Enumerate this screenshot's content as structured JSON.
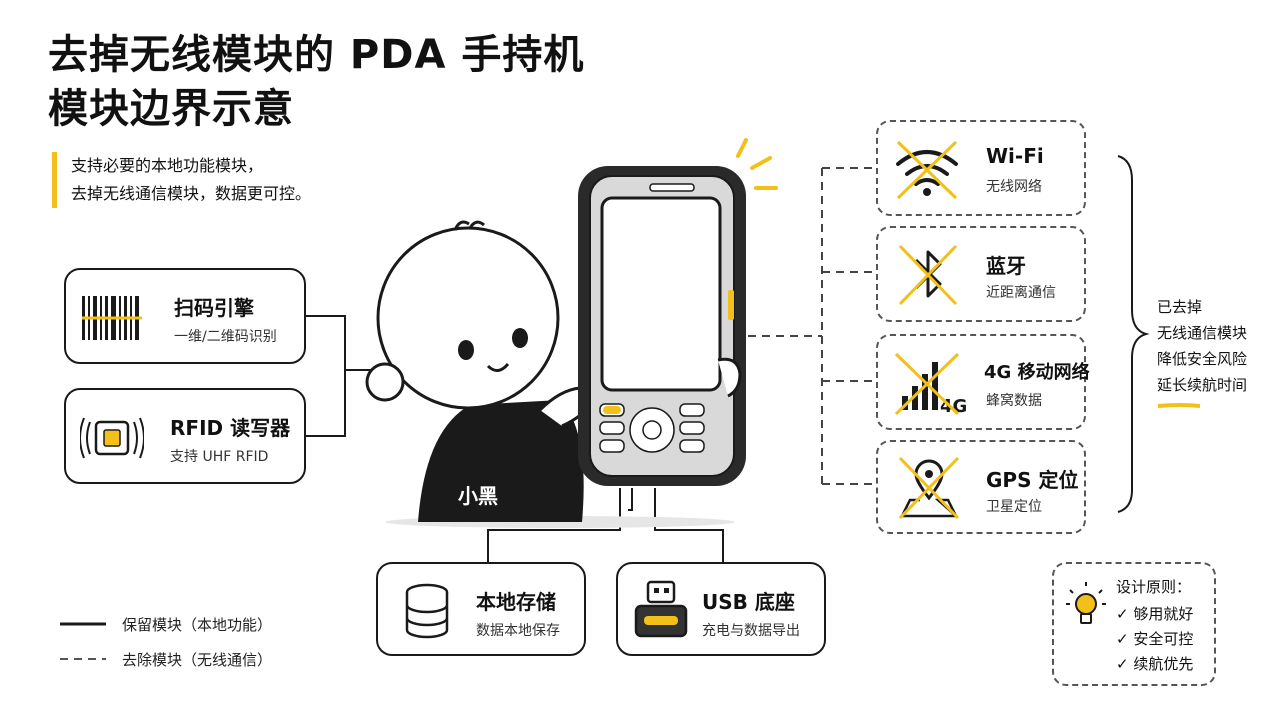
{
  "title": {
    "line1": "去掉无线模块的 PDA 手持机",
    "line2": "模块边界示意"
  },
  "subtitle": {
    "line1": "支持必要的本地功能模块，",
    "line2": "去掉无线通信模块，数据更可控。"
  },
  "left_modules": [
    {
      "name": "扫码引擎",
      "desc": "一维/二维码识别",
      "icon": "barcode-icon"
    },
    {
      "name": "RFID 读写器",
      "desc": "支持 UHF RFID",
      "icon": "rfid-chip-icon"
    }
  ],
  "bottom_modules": [
    {
      "name": "本地存储",
      "desc": "数据本地保存",
      "icon": "database-icon"
    },
    {
      "name": "USB 底座",
      "desc": "充电与数据导出",
      "icon": "usb-dock-icon"
    }
  ],
  "removed_modules": [
    {
      "name": "Wi-Fi",
      "desc": "无线网络",
      "icon": "wifi-crossed-icon"
    },
    {
      "name": "蓝牙",
      "desc": "近距离通信",
      "icon": "bluetooth-crossed-icon"
    },
    {
      "name": "4G 移动网络",
      "desc": "蜂窝数据",
      "icon": "cellular-4g-crossed-icon",
      "icon_text": "4G"
    },
    {
      "name": "GPS 定位",
      "desc": "卫星定位",
      "icon": "gps-crossed-icon"
    }
  ],
  "removed_note": {
    "line1": "已去掉",
    "line2": "无线通信模块",
    "line3": "降低安全风险",
    "line4": "延长续航时间"
  },
  "character": {
    "shirt_text": "小黑"
  },
  "principles": {
    "title": "设计原则：",
    "items": [
      "够用就好",
      "安全可控",
      "续航优先"
    ]
  },
  "legend": {
    "solid": "保留模块（本地功能）",
    "dashed": "去除模块（无线通信）"
  },
  "colors": {
    "accent": "#f2c018",
    "ink": "#1a1a1a"
  }
}
